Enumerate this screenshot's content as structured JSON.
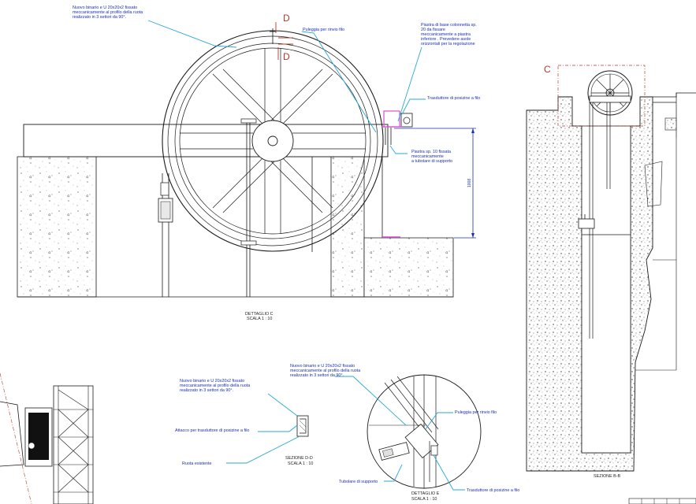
{
  "detail_c": {
    "note_rail": [
      "Nuovo binario e U 20x20x2 fissato",
      "meccanicamente al profilo della ruota",
      "realizzato in 3 settori da 90°."
    ],
    "note_pulley": "Puleggia per rinvio filo",
    "note_plate_base": [
      "Piastra di base colonnetta sp.",
      "20 da fissare",
      "meccanicamente a piastra",
      "inferiore . Prevedere asole",
      "orizzontali per la regolazione"
    ],
    "note_transducer": "Trasduttore di posizine a filo",
    "note_plate_10": [
      "Piastra sp. 10 fissata",
      "meccanicamente",
      "a tubolare di supporto"
    ],
    "dimension": "1008",
    "section_mark": "D",
    "title": "DETTAGLIO C",
    "scale": "SCALA 1 : 10"
  },
  "section_b": {
    "detail_mark": "C",
    "title": "SEZIONE B-B"
  },
  "section_d": {
    "note_rail": [
      "Nuovo binario e U 20x20x2 fissato",
      "meccanicamente al profilo della ruota",
      "realizzato in 3 settori da 90°."
    ],
    "note_attach": "Attacco per trasduttore di posizine a filo",
    "note_wheel": "Ruota esistente",
    "title": "SEZIONE D-D",
    "scale": "SCALA 1 : 10"
  },
  "detail_e": {
    "note_rail": [
      "Nuovo binario e U 20x20x2 fissato",
      "meccanicamente al profilo della ruota",
      "realizzato in 3 settori da 90°."
    ],
    "note_pulley": "Puleggia per rinvio filo",
    "note_tube": "Tubolare di supporto",
    "note_transducer": "Trasduttore di posizine a filo",
    "title": "DETTAGLIO E",
    "scale": "SCALA 1 : 10"
  },
  "colors": {
    "ink": "#1a1a1a",
    "annotation": "#1a2fb5",
    "leader": "#2aa7d6",
    "highlight": "#d84fd0",
    "section_mark": "#b33a2c"
  }
}
